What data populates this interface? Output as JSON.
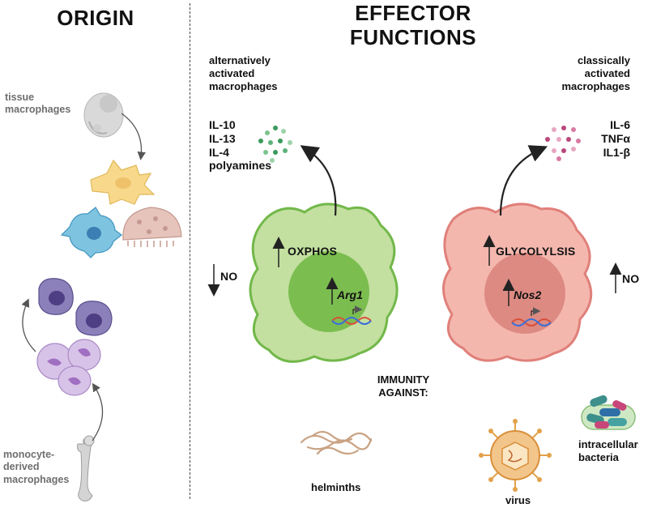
{
  "headings": {
    "origin": "ORIGIN",
    "effector_line1": "EFFECTOR",
    "effector_line2": "FUNCTIONS"
  },
  "origin": {
    "tissue_line1": "tissue",
    "tissue_line2": "macrophages",
    "monocyte_line1": "monocyte-",
    "monocyte_line2": "derived",
    "monocyte_line3": "macrophages"
  },
  "alternative": {
    "label_line1": "alternatively",
    "label_line2": "activated",
    "label_line3": "macrophages",
    "cytokines": [
      "IL-10",
      "IL-13",
      "IL-4",
      "polyamines"
    ],
    "pathway": "OXPHOS",
    "gene": "Arg1",
    "no_label": "NO"
  },
  "classical": {
    "label_line1": "classically",
    "label_line2": "activated",
    "label_line3": "macrophages",
    "cytokines": [
      "IL-6",
      "TNFα",
      "IL1-β"
    ],
    "pathway": "GLYCOLYLSIS",
    "gene": "Nos2",
    "no_label": "NO"
  },
  "immunity": {
    "heading_line1": "IMMUNITY",
    "heading_line2": "AGAINST:",
    "helminths": "helminths",
    "virus": "virus",
    "bacteria_line1": "intracellular",
    "bacteria_line2": "bacteria"
  },
  "colors": {
    "m2_fill": "#c3e0a0",
    "m2_stroke": "#72b84a",
    "m2_nucleus": "#7cbd50",
    "m1_fill": "#f4b7ae",
    "m1_stroke": "#e0807a",
    "m1_nucleus": "#dd8a82",
    "green_dots": "#2e8b4e",
    "pink_dots": "#b8477a"
  }
}
